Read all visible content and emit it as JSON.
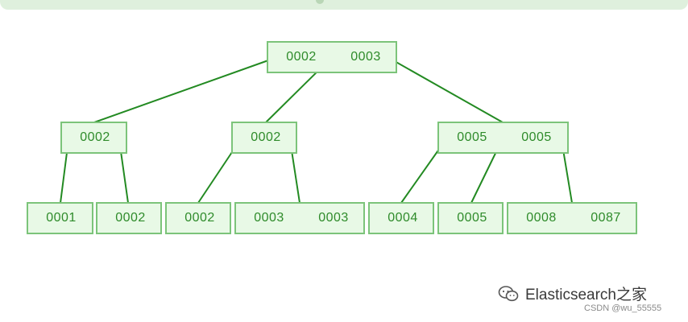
{
  "diagram": {
    "root": {
      "keys": [
        "0002",
        "0003"
      ]
    },
    "level1": [
      {
        "keys": [
          "0002"
        ]
      },
      {
        "keys": [
          "0002"
        ]
      },
      {
        "keys": [
          "0005",
          "0005"
        ]
      }
    ],
    "leaves": [
      {
        "keys": [
          "0001"
        ]
      },
      {
        "keys": [
          "0002"
        ]
      },
      {
        "keys": [
          "0002"
        ]
      },
      {
        "keys": [
          "0003",
          "0003"
        ]
      },
      {
        "keys": [
          "0004"
        ]
      },
      {
        "keys": [
          "0005"
        ]
      },
      {
        "keys": [
          "0008",
          "0087"
        ]
      }
    ]
  },
  "watermark": {
    "brand": "Elasticsearch之家",
    "credit": "CSDN @wu_55555",
    "icon": "wechat-icon"
  },
  "colors": {
    "node_fill": "#e8f9e6",
    "node_border": "#7cc47a",
    "edge": "#238a22",
    "key_text": "#2e8b2a",
    "top_band": "#dff0dd"
  }
}
